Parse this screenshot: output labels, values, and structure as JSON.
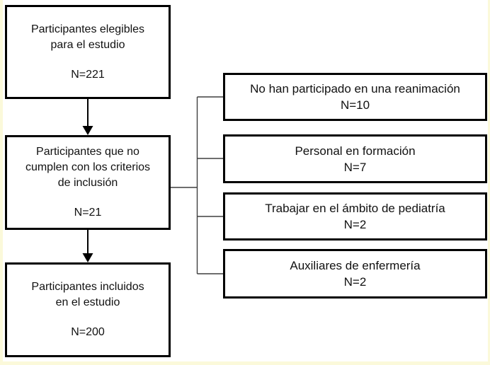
{
  "colors": {
    "box_border": "#000000",
    "connector_line": "#3f3f3f",
    "arrow": "#000000",
    "page_frame_edge": "#fbf9da",
    "background": "#ffffff",
    "text": "#111111"
  },
  "flow": {
    "left_boxes": [
      {
        "lines": [
          "Participantes elegibles",
          "para el estudio"
        ],
        "n": "N=221"
      },
      {
        "lines": [
          "Participantes que no",
          "cumplen con los criterios",
          "de inclusión"
        ],
        "n": "N=21"
      },
      {
        "lines": [
          "Participantes incluidos",
          "en el estudio"
        ],
        "n": "N=200"
      }
    ],
    "exclusion_reasons": [
      {
        "label": "No han participado en una reanimación",
        "n": "N=10"
      },
      {
        "label": "Personal en formación",
        "n": "N=7"
      },
      {
        "label": "Trabajar en el ámbito de pediatría",
        "n": "N=2"
      },
      {
        "label": "Auxiliares de enfermería",
        "n": "N=2"
      }
    ]
  }
}
